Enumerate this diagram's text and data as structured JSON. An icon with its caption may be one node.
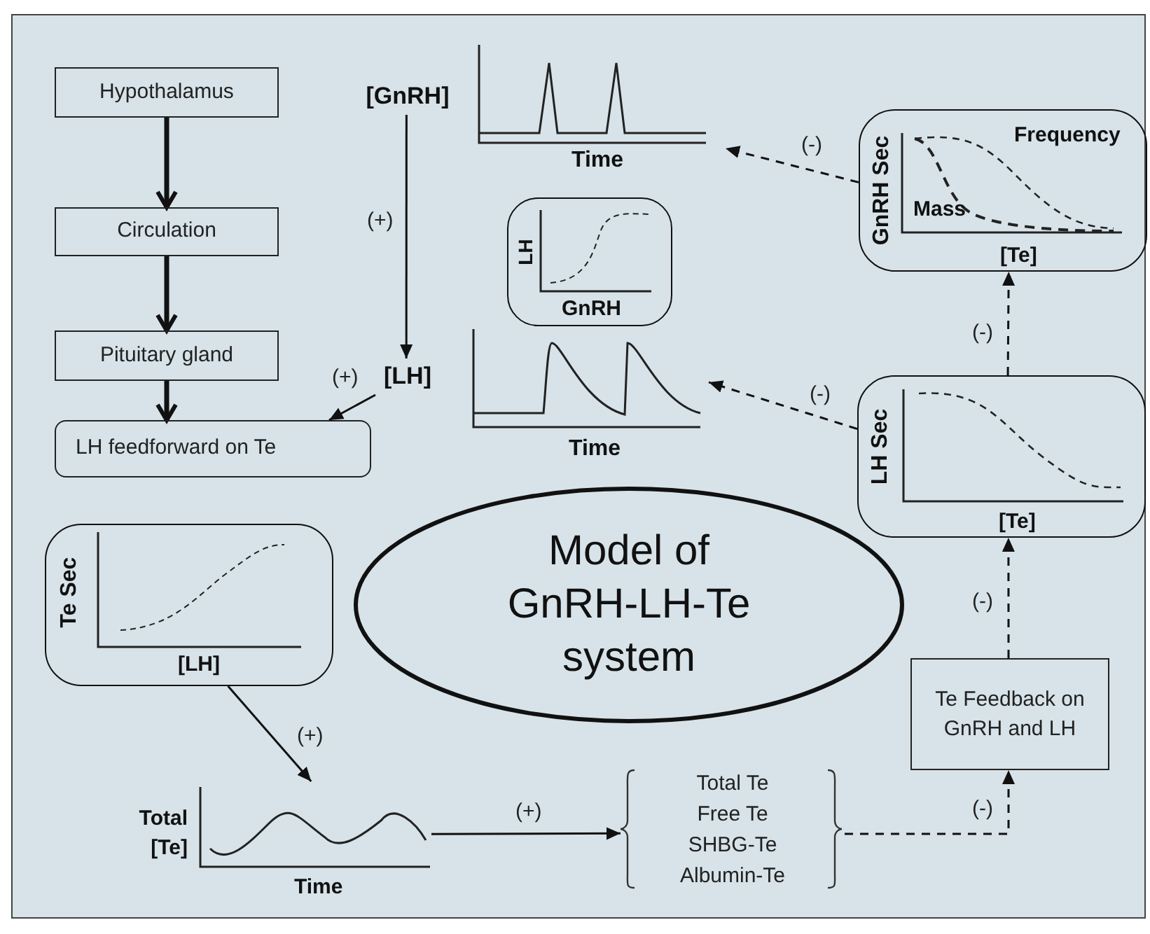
{
  "diagram": {
    "nodes": [
      {
        "text": [
          "Hypothalamus"
        ]
      },
      {
        "text": [
          "Circulation"
        ]
      },
      {
        "text": [
          "Pituitary gland"
        ]
      },
      {
        "text": [
          "LH feedforward on Te"
        ]
      },
      {
        "text": [
          "[GnRH]"
        ]
      },
      {
        "text": [
          "[LH]"
        ]
      },
      {
        "text": [
          "Time"
        ]
      },
      {
        "text": [
          "LH",
          "GnRH"
        ]
      },
      {
        "text": [
          "Time"
        ]
      },
      {
        "text": [
          "GnRH Sec",
          "Frequency",
          "Mass",
          "[Te]"
        ]
      },
      {
        "text": [
          "LH Sec",
          "[Te]"
        ]
      },
      {
        "text": [
          "Te Sec",
          "[LH]"
        ]
      },
      {
        "text": [
          "Model of GnRH-LH-Te system"
        ]
      },
      {
        "text": [
          "Total [Te]",
          "Time"
        ]
      },
      {
        "text": [
          "Total Te",
          "Free Te",
          "SHBG-Te",
          "Albumin-Te"
        ]
      },
      {
        "text": [
          "Te Feedback on GnRH and LH"
        ]
      }
    ],
    "edges": [
      {
        "from": 0,
        "to": 1,
        "arrow": "to",
        "style": "thick"
      },
      {
        "from": 1,
        "to": 2,
        "arrow": "to",
        "style": "thick"
      },
      {
        "from": 2,
        "to": 3,
        "arrow": "to",
        "style": "thick"
      },
      {
        "from": 4,
        "to": 5,
        "arrow": "to",
        "label": "(+)"
      },
      {
        "from": 5,
        "to": 3,
        "arrow": "to",
        "label": "(+)"
      },
      {
        "from": 9,
        "to": 6,
        "arrow": "to",
        "label": "(-)",
        "style": "dashed"
      },
      {
        "from": 10,
        "to": 8,
        "arrow": "to",
        "label": "(-)",
        "style": "dashed"
      },
      {
        "from": 10,
        "to": 9,
        "arrow": "to",
        "label": "(-)",
        "style": "dashed"
      },
      {
        "from": 15,
        "to": 10,
        "arrow": "to",
        "label": "(-)",
        "style": "dashed"
      },
      {
        "from": 14,
        "to": 15,
        "arrow": "to",
        "label": "(-)",
        "style": "dashed"
      },
      {
        "from": 11,
        "to": 13,
        "arrow": "to",
        "label": "(+)"
      },
      {
        "from": 13,
        "to": 14,
        "arrow": "to",
        "label": "(+)"
      }
    ]
  }
}
